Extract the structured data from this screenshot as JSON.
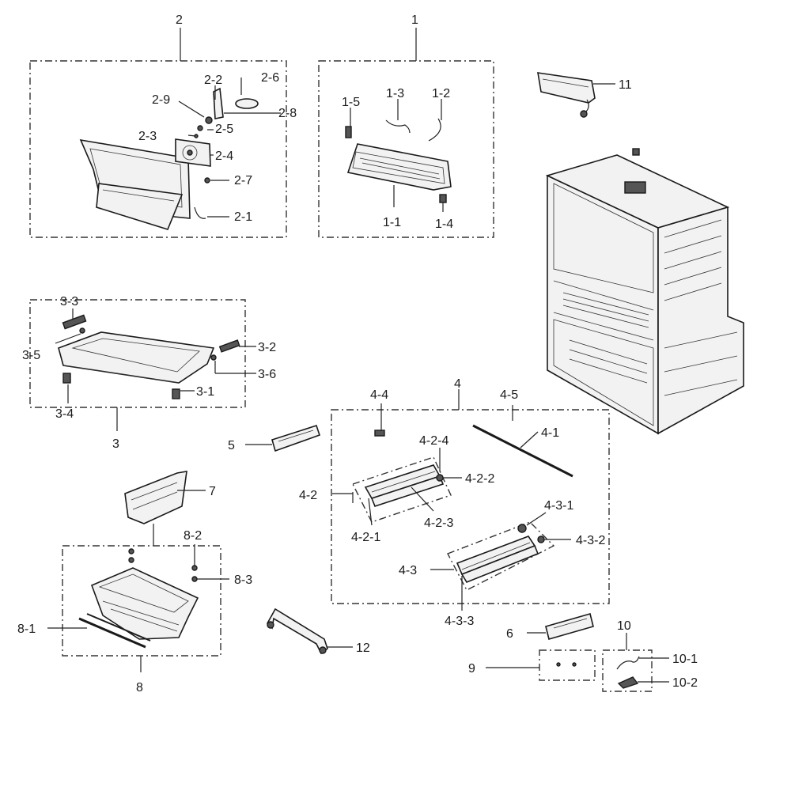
{
  "labels": {
    "g2": "2",
    "g1": "1",
    "g11": "11",
    "p2_2": "2-2",
    "p2_6": "2-6",
    "p2_9": "2-9",
    "p2_8": "2-8",
    "p2_3": "2-3",
    "p2_5": "2-5",
    "p2_4": "2-4",
    "p2_7": "2-7",
    "p2_1": "2-1",
    "p1_3": "1-3",
    "p1_2": "1-2",
    "p1_5": "1-5",
    "p1_1": "1-1",
    "p1_4": "1-4",
    "p3_3": "3-3",
    "p3_5": "3-5",
    "p3_2": "3-2",
    "p3_6": "3-6",
    "p3_1": "3-1",
    "p3_4": "3-4",
    "g3": "3",
    "g4": "4",
    "p4_4": "4-4",
    "p4_5": "4-5",
    "p4_1": "4-1",
    "p4_2_4": "4-2-4",
    "p4_2_2": "4-2-2",
    "p4_2": "4-2",
    "p4_2_3": "4-2-3",
    "p4_2_1": "4-2-1",
    "p4_3_1": "4-3-1",
    "p4_3_2": "4-3-2",
    "p4_3": "4-3",
    "p4_3_3": "4-3-3",
    "g5": "5",
    "g7": "7",
    "p8_2": "8-2",
    "p8_3": "8-3",
    "p8_1": "8-1",
    "g8": "8",
    "g12": "12",
    "g6": "6",
    "g10": "10",
    "p10_1": "10-1",
    "g9": "9",
    "p10_2": "10-2"
  }
}
